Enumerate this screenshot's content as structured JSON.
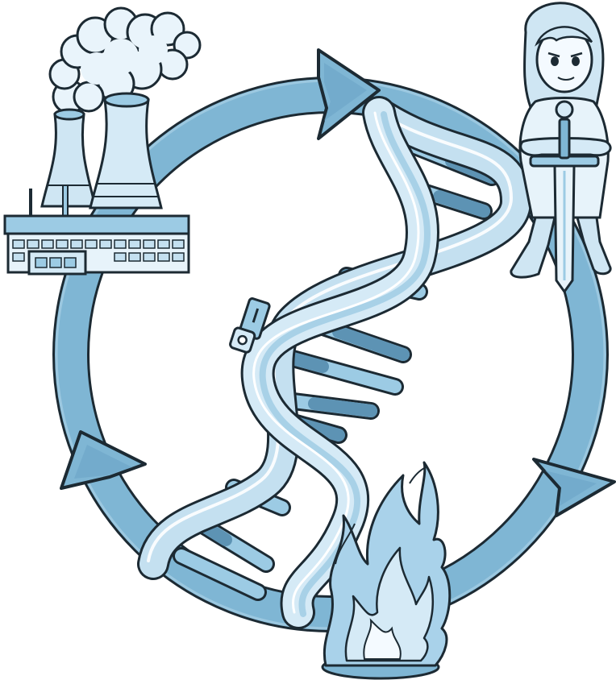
{
  "diagram": {
    "kind": "cycle",
    "direction": "clockwise",
    "center": "dna-double-helix",
    "center_detail": "open-padlock-clamped-on-helix",
    "nodes": [
      {
        "id": "factory",
        "icon": "power-plant-cooling-towers-icon",
        "position": "top-left"
      },
      {
        "id": "warrior",
        "icon": "girl-with-sword-icon",
        "position": "top-right"
      },
      {
        "id": "flame",
        "icon": "flame-icon",
        "position": "bottom"
      }
    ],
    "arrows": [
      "arrow-top",
      "arrow-right",
      "arrow-left"
    ]
  },
  "colors": {
    "ring_fill": "#7fb6d4",
    "ring_stroke": "#1c2a33",
    "helix_light": "#d5eaf6",
    "helix_mid": "#9ccbe4",
    "rung_dark": "#5d93b4",
    "ink": "#1c2a33",
    "smoke": "#e9f4fb",
    "flame_fill": "#a9d2ea"
  }
}
